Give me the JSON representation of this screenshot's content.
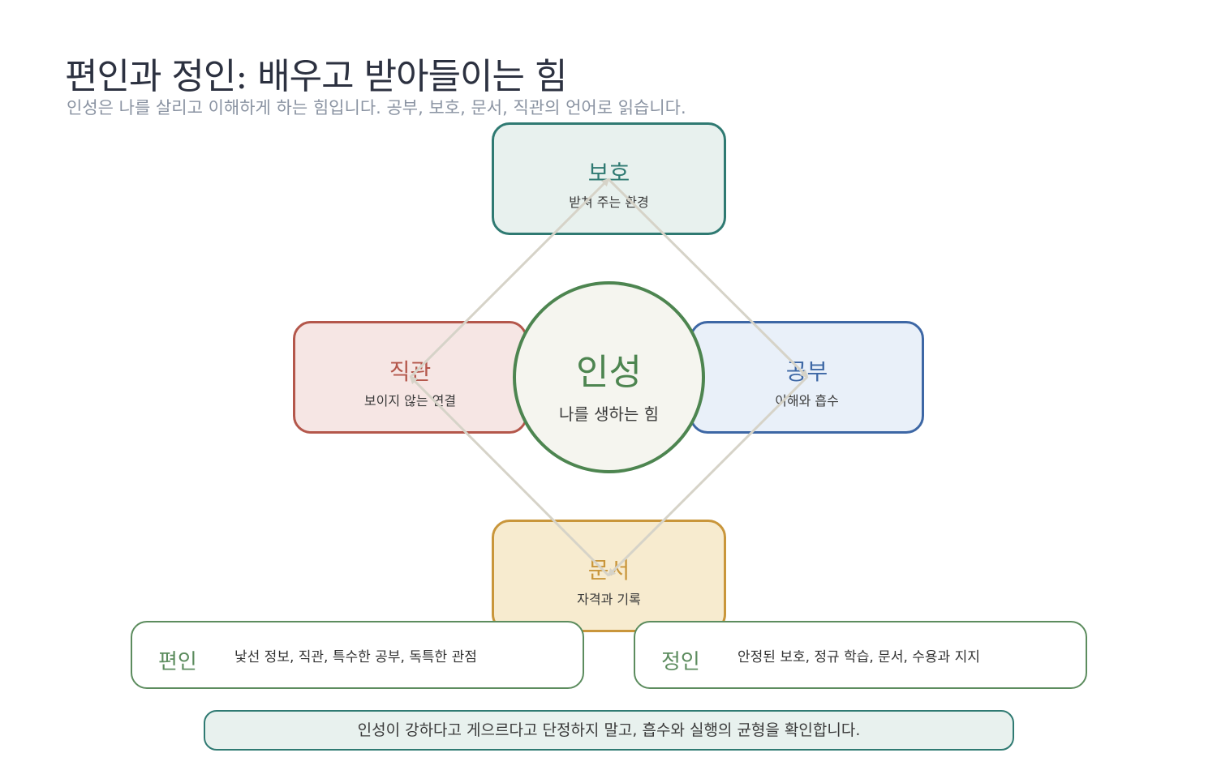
{
  "title": "편인과 정인: 배우고 받아들이는 힘",
  "subtitle": "인성은 나를 살리고 이해하게 하는 힘입니다. 공부, 보호, 문서, 직관의 언어로 읽습니다.",
  "center": {
    "name": "인성",
    "desc": "나를 생하는 힘"
  },
  "nodes": {
    "top": {
      "name": "보호",
      "desc": "받쳐 주는 환경"
    },
    "left": {
      "name": "직관",
      "desc": "보이지 않는 연결"
    },
    "right": {
      "name": "공부",
      "desc": "이해와 흡수"
    },
    "bottom": {
      "name": "문서",
      "desc": "자격과 기록"
    }
  },
  "cards": {
    "pyeonin": {
      "label": "편인",
      "text": "낯선 정보, 직관, 특수한 공부, 독특한 관점"
    },
    "jeongin": {
      "label": "정인",
      "text": "안정된 보호, 정규 학습, 문서, 수용과 지지"
    }
  },
  "footer": "인성이 강하다고 게으르다고 단정하지 말고, 흡수와 실행의 균형을 확인합니다."
}
